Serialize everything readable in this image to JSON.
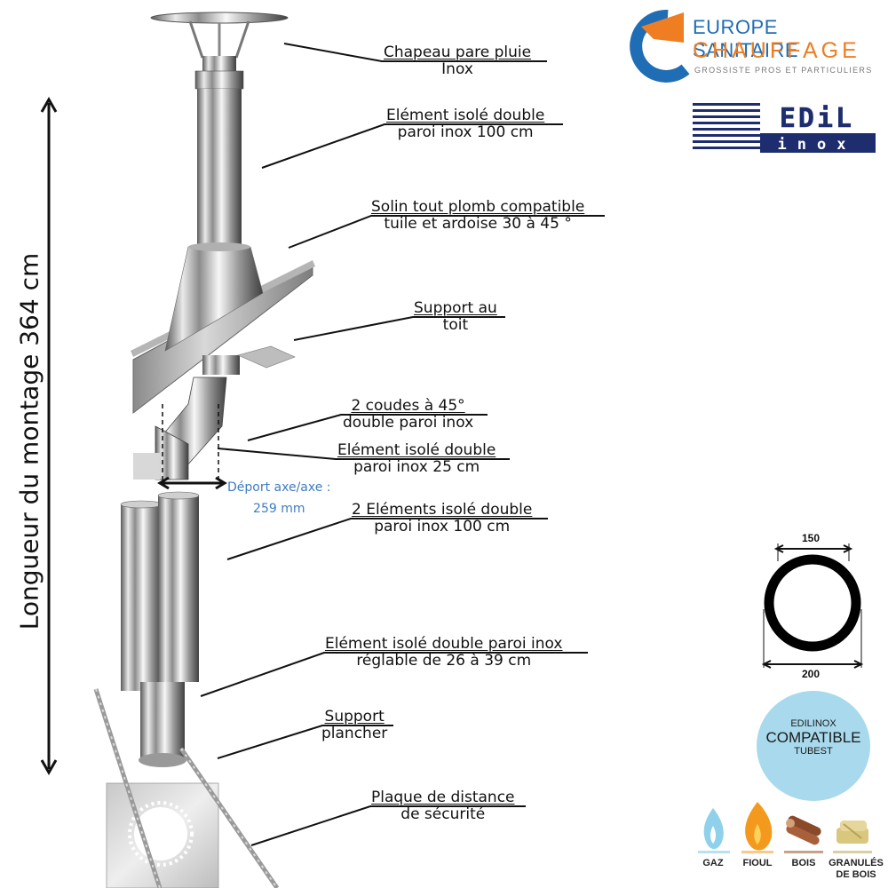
{
  "title_vertical": "Longueur du montage  364 cm",
  "labels": [
    {
      "id": "chapeau",
      "line1": "Chapeau pare pluie",
      "line2": "Inox"
    },
    {
      "id": "element-100",
      "line1": "Elément isolé double",
      "line2": "paroi inox 100 cm"
    },
    {
      "id": "solin",
      "line1": "Solin tout plomb compatible",
      "line2": "tuile et ardoise 30 à 45 °"
    },
    {
      "id": "support-toit",
      "line1": "Support au",
      "line2": "toit"
    },
    {
      "id": "coudes",
      "line1": "2 coudes à 45°",
      "line2": "double paroi inox"
    },
    {
      "id": "element-25",
      "line1": "Elément isolé double",
      "line2": "paroi inox 25 cm"
    },
    {
      "id": "elements-2x100",
      "line1": "2 Eléments isolé double",
      "line2": "paroi inox 100 cm"
    },
    {
      "id": "reglable",
      "line1": "Elément isolé double paroi inox",
      "line2": "réglable de 26 à 39 cm"
    },
    {
      "id": "support-plancher",
      "line1": "Support",
      "line2": "plancher"
    },
    {
      "id": "plaque",
      "line1": "Plaque de distance",
      "line2": "de sécurité"
    }
  ],
  "offset": {
    "line1": "Déport axe/axe :",
    "line2": "259 mm"
  },
  "brand": {
    "line1": "EUROPE SANITAIRE",
    "line2": "CHAUFFAGE",
    "tagline": "GROSSISTE PROS ET PARTICULIERS"
  },
  "edil": {
    "top": "EDiL",
    "bottom": "inox"
  },
  "diameters": {
    "inner": "150",
    "outer": "200"
  },
  "badge": {
    "line1": "EDILINOX",
    "line2": "COMPATIBLE",
    "line3": "TUBEST"
  },
  "fuels": [
    "GAZ",
    "FIOUL",
    "BOIS",
    "GRANULÉS DE BOIS"
  ],
  "colors": {
    "brand_blue": "#1f6db5",
    "brand_orange": "#ef7d22",
    "offset_blue": "#3f7cc0",
    "badge_bg": "#a9d9ec",
    "edil_navy": "#1d2d6e"
  }
}
